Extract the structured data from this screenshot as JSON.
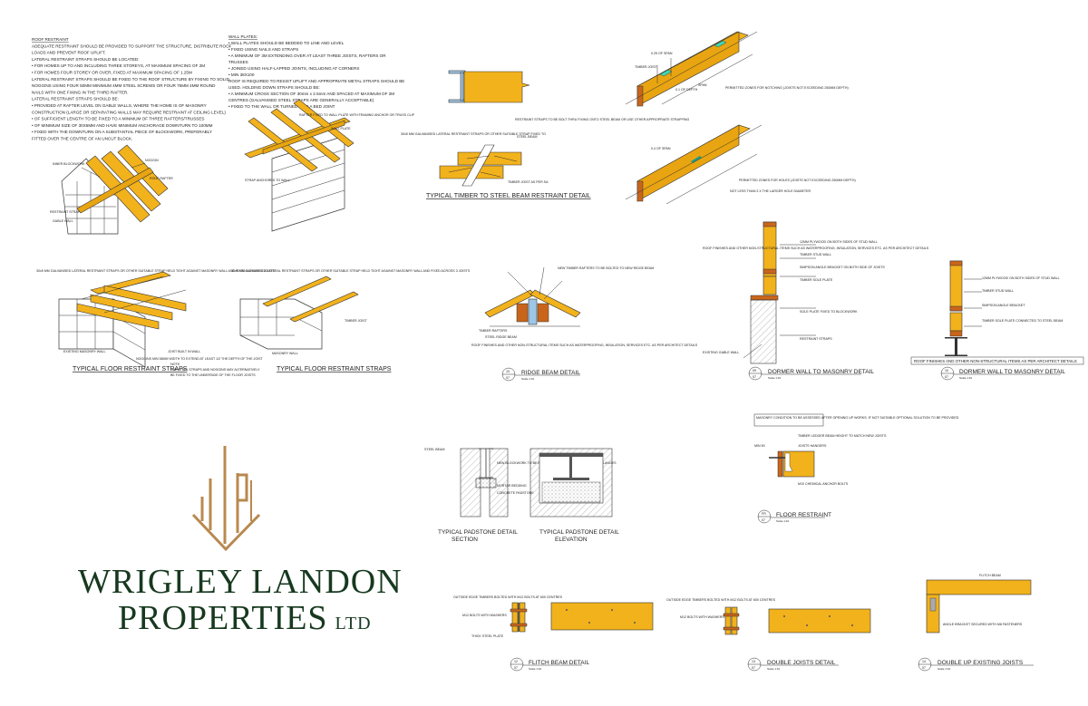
{
  "notes_left": {
    "heading": "ROOF RESTRAINT",
    "lines": [
      "ADEQUATE RESTRAINT SHOULD BE PROVIDED TO SUPPORT THE STRUCTURE, DISTRIBUTE ROOF",
      "LOADS AND PREVENT ROOF UPLIFT.",
      "LATERAL RESTRAINT STRAPS SHOULD BE LOCATED:",
      "• FOR HOMES UP TO AND INCLUDING THREE STOREYS, AT MAXIMUM SPACING OF 2M",
      "• FOR HOMES FOUR STOREY OR OVER, FIXED AT MAXIMUM SPACING OF 1.25M",
      "LATERAL RESTRAINT STRAPS SHOULD BE FIXED TO THE ROOF STRUCTURE BY FIXING TO SOLID",
      "NOGGINS USING FOUR 50MM MINIMUM 4MM STEEL SCREWS OR FOUR 75MM 4MM ROUND",
      "NAILS WITH ONE FIXING IN THE THIRD RAFTER.",
      "LATERAL RESTRAINT STRAPS SHOULD BE:",
      "• PROVIDED AT RAFTER LEVEL ON GABLE WALLS, WHERE THE HOME IS OF MASONRY",
      "  CONSTRUCTION (LARGE OR SEPARATING WALLS MAY REQUIRE RESTRAINT AT CEILING LEVEL)",
      "• OF SUFFICIENT LENGTH TO BE FIXED TO A MINIMUM OF THREE RAFTERS/TRUSSES",
      "• OF MINIMUM SIZE OF 30X5MM AND HAVE MINIMUM ANCHORAGE DOWNTURN TO 100MM",
      "• FIXED WITH THE DOWNTURN ON A SUBSTANTIAL PIECE OF BLOCKWORK, PREFERABLY",
      "  FITTED OVER THE CENTRE OF AN UNCUT BLOCK."
    ]
  },
  "notes_right": {
    "heading": "WALL PLATES:",
    "lines": [
      "• WALL PLATES SHOULD BE BEDDED TO LINE AND LEVEL",
      "• FIXED USING NAILS AND STRAPS",
      "• A MINIMUM OF 3M EXTENDING OVER AT LEAST THREE JOISTS, RAFTERS OR",
      "  TRUSSES",
      "• JOINED USING HALF-LAPPED JOINTS, INCLUDING AT CORNERS",
      "• MIN 38X100",
      "ROOF IS REQUIRED TO RESIST UPLIFT AND APPROPRIATE METAL STRAPS SHOULD BE",
      "USED. HOLDING DOWN STRAPS SHOULD BE:",
      "• A MINIMUM CROSS SECTION OF 30mm x 2.5mm AND SPACED AT MAXIMUM OF 2M",
      "  CENTRES (GALVANISED STEEL STRAPS ARE GENERALLY ACCEPTABLE)",
      "• FIXED TO THE WALL OR TURNED INTO A BED JOINT"
    ]
  },
  "gable": {
    "labels": [
      "INNER BLOCKWORK",
      "NOGGIN",
      "ROOF RAFTER",
      "RESTRAINT STRAP",
      "GABLE WALL"
    ]
  },
  "wallplate": {
    "labels": [
      "RAFTER FIXED TO WALL PLATE WITH FRAMING ANCHOR OR TRUSS CLIP",
      "WALL PLATE",
      "STRAP ANCHORED TO WALL"
    ]
  },
  "steel_beam": {
    "title": "TYPICAL TIMBER TO STEEL BEAM RESTRAINT DETAIL",
    "labels": [
      "RESTRAINT STRAPS TO BE BOLT THRU FIXING ONTO STEEL BEAM OR USE OTHER APPROPRIATE STRAPPING",
      "STEEL BEAM",
      "30x5 MM GALVANISED LATERAL RESTRAINT STRAPS OR OTHER SUITABLE STRAP FIXED TO",
      "TIMBER JOIST AS PER SA"
    ]
  },
  "notching": {
    "labels": [
      "TIMBER JOIST",
      "0.1 OF DEPTH",
      "0.25 OF SPAN",
      "0.4 OF SPAN",
      "SPAN",
      "PERMITTED ZONES FOR NOTCHING (JOISTS NOT EXCEEDING 250MM DEPTH)",
      "PERMITTED ZONES FOR HOLES (JOISTS NOT EXCEEDING 250MM DEPTH)",
      "NOT LESS THAN 3 X THE LARGER HOLE DIAMETER"
    ]
  },
  "floor_straps": {
    "title_left": "TYPICAL FLOOR RESTRAINT STRAPS",
    "title_right": "TYPICAL FLOOR RESTRAINT STRAPS",
    "note_heading": "NOTE:",
    "note_lines": [
      "THE STEEL STRAPS AND NOGGINS MAY ALTERNATIVELY",
      "BE FIXED TO THE UNDERSIDE OF THE FLOOR JOISTS"
    ],
    "labels": [
      "30x5 MM GALVANISED LATERAL RESTRAINT STRAPS OR OTHER SUITABLE STRAP HELD TIGHT AGAINST MASONRY WALL AND FIXED ACROSS 3 JOISTS",
      "NOGGINS MIN 38MM WIDTH TO EXTEND AT LEAST 1/2 THE DEPTH OF THE JOIST",
      "JOIST BUILT IN WALL",
      "EXISTING MASONRY WALL",
      "TIMBER JOIST",
      "MASONRY WALL"
    ]
  },
  "ridge_beam": {
    "tag_top": "10",
    "tag_bottom": "07",
    "title": "RIDGE BEAM DETAIL",
    "scale": "Scale 1:10",
    "labels": [
      "TIMBER RAFTERS",
      "STEEL RIDGE BEAM",
      "NEW TIMBER RAFTERS TO BE BOLTED TO NEW RIDGE BEAM",
      "ROOF FINISHES AND OTHER NON-STRUCTURAL ITEMS SUCH AS WATERPROOFING, INSULATION, SERVICES ETC. AS PER ARCHITECT DETAILS"
    ]
  },
  "dormer_1": {
    "tag_top": "09",
    "tag_bottom": "07",
    "title": "DORMER WALL TO MASONRY DETAIL",
    "scale": "Scale 1:10",
    "labels": [
      "ROOF FINISHES AND OTHER NON-STRUCTURAL ITEMS SUCH AS WATERPROOFING, INSULATION, SERVICES ETC. AS PER ARCHITECT DETAILS",
      "12MM PLYWOOD ON BOTH SIDES OF STUD WALL",
      "TIMBER STUD WALL",
      "SIMPSON ANGLE BRACKET ON BOTH SIDE OF JOISTS",
      "TIMBER SOLE PLATE",
      "SOLE PLATE FIXED TO BLOCKWORK",
      "RESTRAINT STRAPS",
      "EXISTING GABLE WALL"
    ]
  },
  "dormer_2": {
    "tag_top": "10",
    "tag_bottom": "07",
    "title": "DORMER WALL TO MASONRY DETAIL",
    "scale": "Scale 1:10",
    "labels": [
      "12MM PLYWOOD ON BOTH SIDES OF STUD WALL",
      "TIMBER STUD WALL",
      "SIMPSON ANGLE BRACKET",
      "TIMBER SOLE PLATE CONNECTED TO STEEL BEAM",
      "ROOF FINISHES AND OTHER NON-STRUCTURAL ITEMS AS PER ARCHITECT DETAILS"
    ]
  },
  "logo": {
    "monogram": "WLP",
    "line1": "WRIGLEY LANDON",
    "line2": "PROPERTIES",
    "suffix": "LTD",
    "gold": "#b8894f",
    "green": "#17391f"
  },
  "padstone": {
    "title_section_1": "TYPICAL PADSTONE DETAIL",
    "title_section_2": "SECTION",
    "title_elevation_1": "TYPICAL PADSTONE DETAIL",
    "title_elevation_2": "ELEVATION",
    "labels": [
      "STEEL BEAM",
      "NEW BLOCKWORK TO BE BUILT TIGHT TO STEEL BEAM WEB AND FLANGES",
      "CONCRETE PADSTONE",
      "MORTAR BEDDING"
    ]
  },
  "floor_restraint": {
    "tag_top": "FR",
    "tag_bottom": "07",
    "title": "FLOOR RESTRAINT",
    "scale": "Scale 1:10",
    "labels": [
      "MASONRY CONDITION TO BE ASSESSED AFTER OPENING UP WORKS. IF NOT SUITABLE OPTIONAL SOLUTION TO BE PROVIDED",
      "TIMBER LEDGER BEAM HEIGHT TO MATCH NEW JOISTS",
      "JOISTS HANGERS",
      "M10 CHEMICAL ANCHOR BOLTS",
      "MIN 50"
    ]
  },
  "flitch": {
    "tag_top": "12",
    "tag_bottom": "07",
    "title": "FLITCH BEAM DETAIL",
    "scale": "Scale 1:10",
    "labels": [
      "OUTSIDE EDGE TIMBERS BOLTED WITH M12 BOLTS AT 600 CENTRES",
      "M12 BOLTS WITH WASHERS",
      "THICK STEEL PLATE"
    ]
  },
  "double_joists": {
    "tag_top": "13",
    "tag_bottom": "07",
    "title": "DOUBLE JOISTS DETAIL",
    "scale": "Scale 1:10",
    "labels": [
      "OUTSIDE EDGE TIMBERS BOLTED WITH M12 BOLTS AT 600 CENTRES",
      "M12 BOLTS WITH WASHERS"
    ]
  },
  "double_up": {
    "tag_top": "14",
    "tag_bottom": "07",
    "title": "DOUBLE UP EXISTING JOISTS",
    "scale": "Scale 1:10",
    "labels": [
      "FLITCH BEAM",
      "ANGLE BRACKET SECURED WITH M8 FASTENERS"
    ]
  }
}
